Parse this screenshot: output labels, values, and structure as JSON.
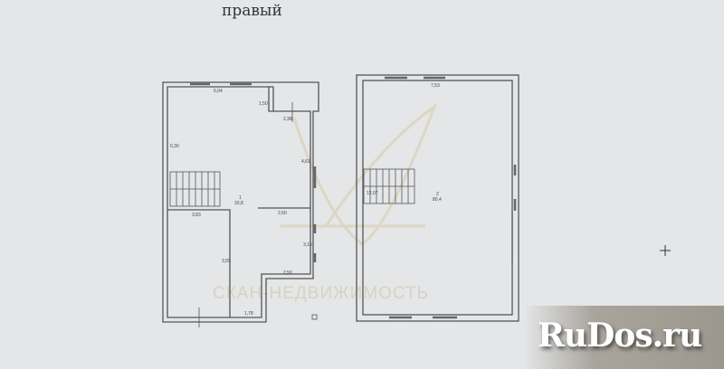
{
  "title": "правый",
  "watermark": "СКАН-НЕДВИЖИМОСТЬ",
  "logo": "RuDos.ru",
  "floor1": {
    "room_number": "1",
    "room_area": "33,8",
    "dimensions": [
      "5,04",
      "1,50",
      "2,38",
      "6,30",
      "4,61",
      "2,60",
      "3,83",
      "3,55",
      "3,16",
      "2,50",
      "1,78"
    ]
  },
  "floor2": {
    "room_number": "2",
    "room_area": "80,4",
    "dimensions": [
      "7,53",
      "12,07"
    ]
  },
  "colors": {
    "background": "#e4e6e8",
    "walls": "#555555"
  }
}
